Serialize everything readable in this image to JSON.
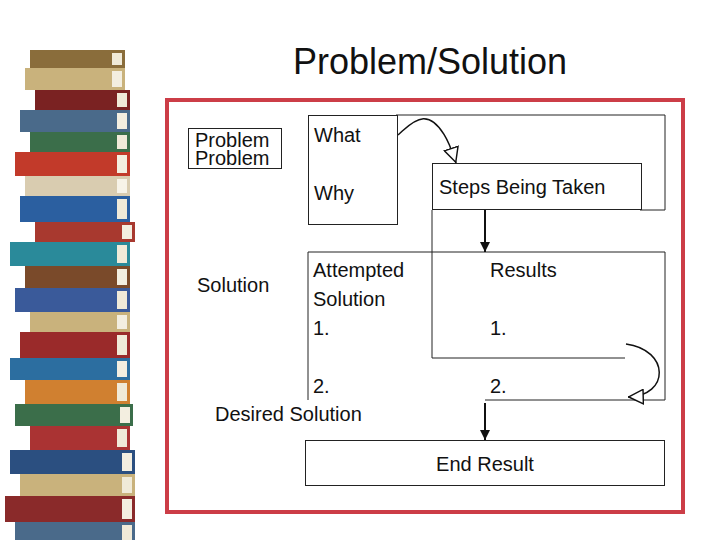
{
  "diagram": {
    "title": "Problem/Solution",
    "nodes": [
      {
        "text": [
          "Problem",
          "Problem"
        ]
      },
      {
        "text": [
          "What",
          "Why"
        ]
      },
      {
        "text": [
          "Steps Being Taken"
        ]
      },
      {
        "text": [
          "Attempted Solution",
          "1.",
          "2."
        ]
      },
      {
        "text": [
          "Results",
          "1.",
          "2."
        ]
      },
      {
        "text": [
          "End Result"
        ]
      }
    ],
    "edges": [
      {
        "from": 1,
        "to": 2,
        "arrow": "to"
      },
      {
        "from": 2,
        "to": 4,
        "arrow": "to"
      },
      {
        "from": 4,
        "to": 5,
        "arrow": "to"
      }
    ],
    "labels": [
      "Solution",
      "Desired Solution"
    ]
  }
}
